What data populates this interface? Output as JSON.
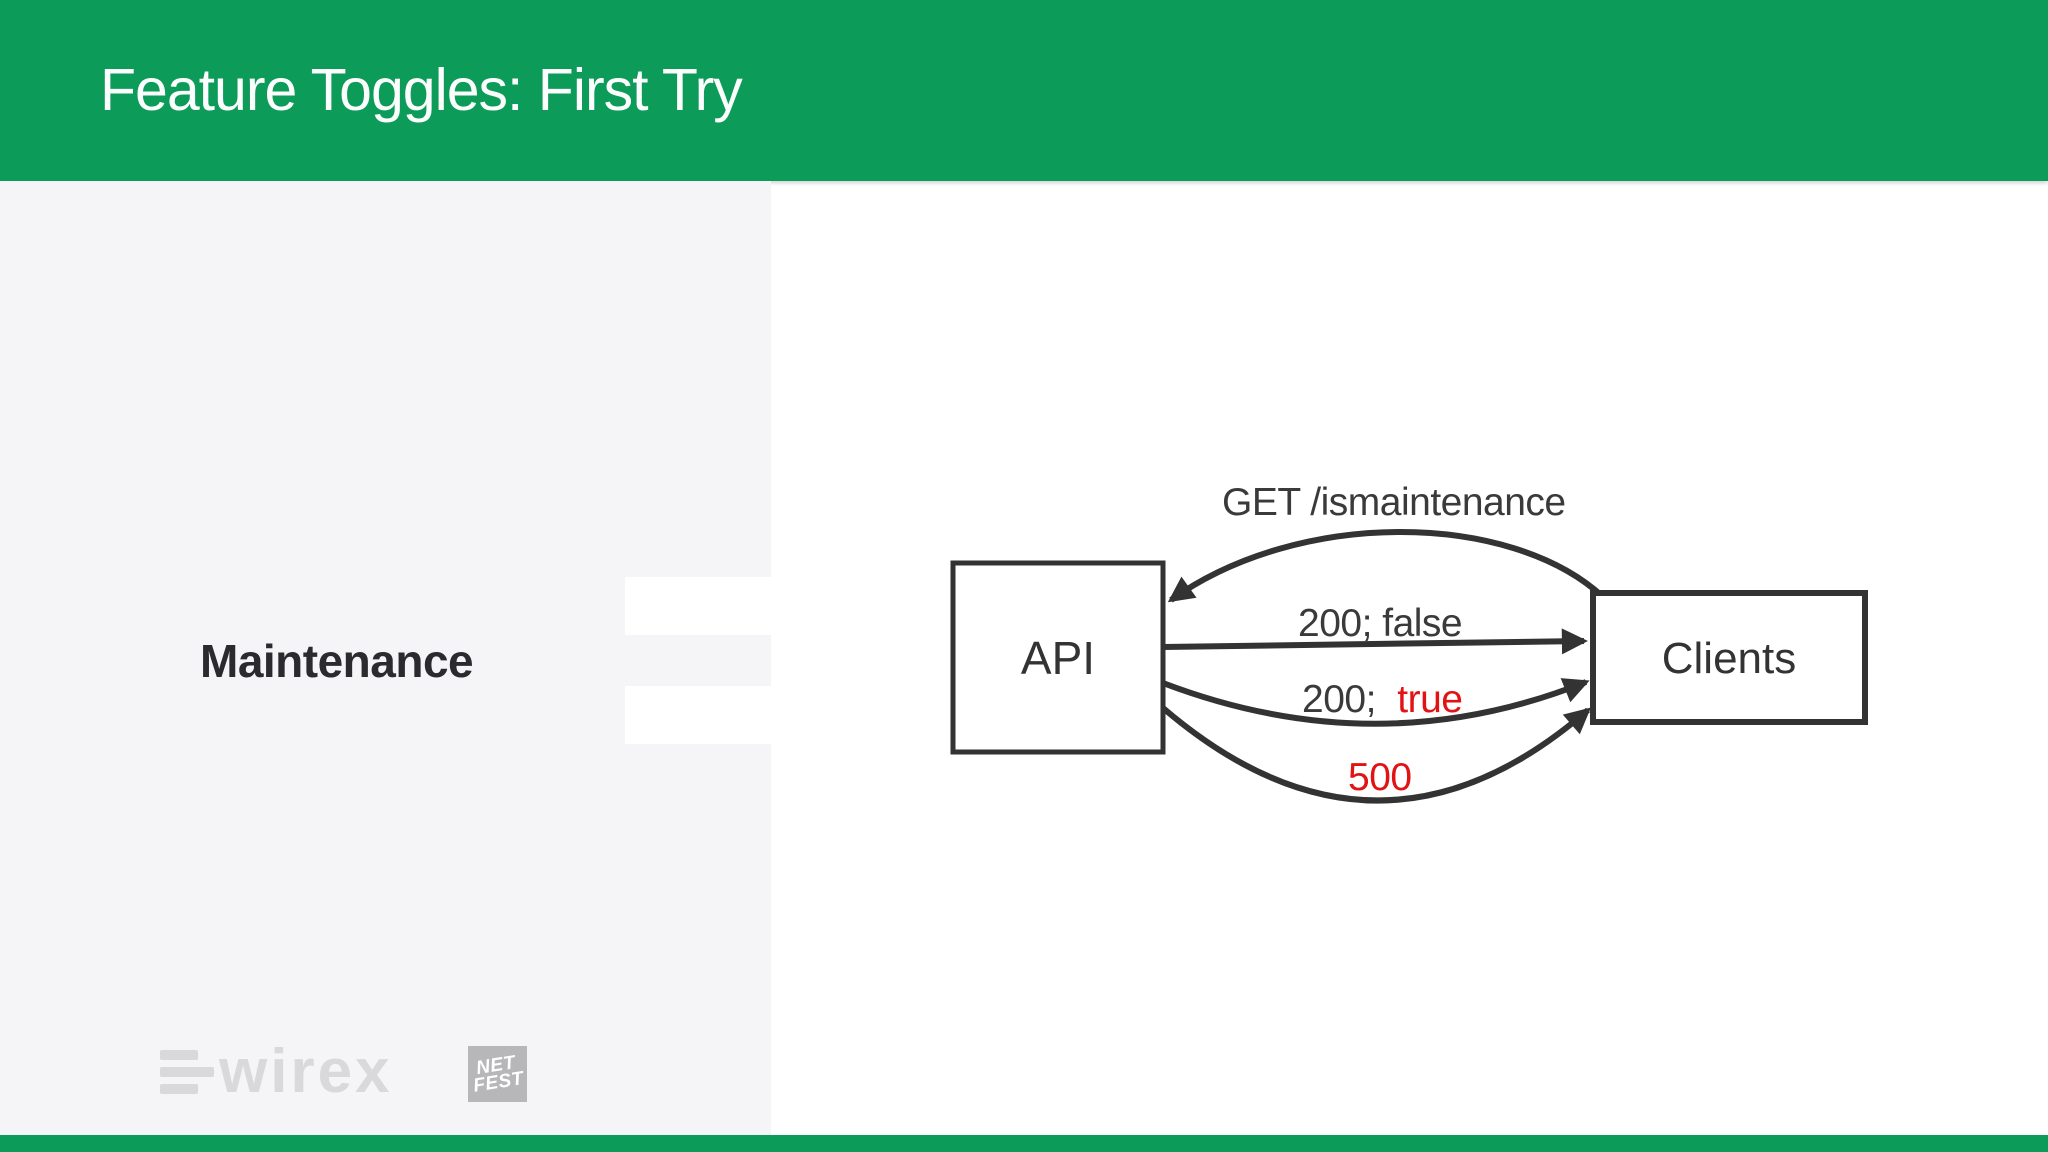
{
  "header": {
    "title": "Feature Toggles: First Try"
  },
  "sidebar": {
    "section_label": "Maintenance"
  },
  "diagram": {
    "nodes": {
      "api": {
        "label": "API"
      },
      "clients": {
        "label": "Clients"
      }
    },
    "edges": {
      "get": {
        "label": "GET /ismaintenance",
        "direction": "clients-to-api"
      },
      "ok_false": {
        "label": "200; false",
        "direction": "api-to-clients"
      },
      "ok_true": {
        "prefix": "200;",
        "value": "true",
        "direction": "api-to-clients"
      },
      "error": {
        "label": "500",
        "direction": "api-to-clients"
      }
    }
  },
  "footer": {
    "wirex_logo_text": "wirex",
    "netfest_logo_line1": "NET",
    "netfest_logo_line2": "FEST"
  },
  "colors": {
    "accent_green": "#0C9B58",
    "panel_gray": "#F5F4F6",
    "diagram_stroke": "#333333",
    "error_red": "#E21313",
    "logo_gray": "#D9D8DA"
  }
}
